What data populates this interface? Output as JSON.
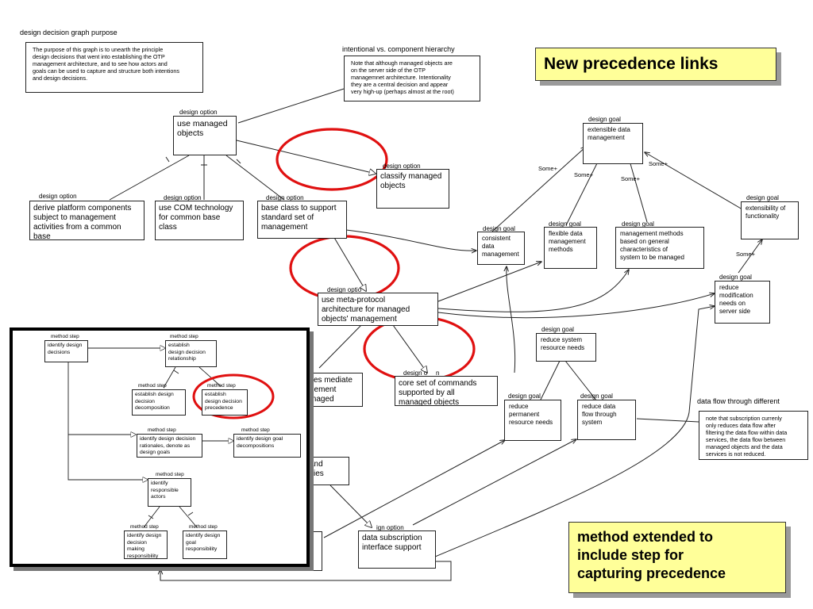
{
  "header": {
    "purpose_title": "design decision graph purpose",
    "purpose_text": "The purpose of this graph is to unearth the principle\ndesign decisions that went into establishing the OTP\nmanagement architecture, and to see how actors and\ngoals can be used to capture and structure both intentions\nand design decisions.",
    "hierarchy_title": "intentional vs. component hierarchy",
    "hierarchy_text": "Note that although managed objects are\non the server side of the OTP\nmanagemnet architecture. Intentionality\nthey are a central decision and appear\nvery high-up (perhaps almost at the root)"
  },
  "callouts": {
    "title": "New  precedence links",
    "method": "method extended to\ninclude step for\ncapturing precedence"
  },
  "type_labels": {
    "design_option": "design option",
    "design_option_cut1": "design optio",
    "design_option_cut2": "design o",
    "design_option_cut2b": "n",
    "design_option_cut3": "ign option",
    "design_goal": "design goal",
    "method_step": "method step"
  },
  "options": {
    "use_managed_objects": "use managed\nobjects",
    "classify_managed_objects": "classify managed\nobjects",
    "derive_platform": "derive platform components\nsubject to management\nactivities from a common\nbase",
    "use_com": "use COM technology\nfor common base\nclass",
    "base_class": "base class to support\nstandard set of\nmanagement",
    "meta_protocol": "use meta-protocol\narchitecture for managed\nobjects' management",
    "interfaces_mediate": "ces mediate\ngement\nmaged",
    "core_commands": "core set of commands\nsupported by all\nmanaged objects",
    "and_ities": "and\nities",
    "data_subscription": "data subscription\ninterface support"
  },
  "goals": {
    "extensible_data": "extensible data\nmanagement",
    "consistent_data": "consistent\ndata\nmanagement",
    "flexible_data": "flexible data\nmanagement\nmethods",
    "mgmt_methods": "management methods\nbased on general\ncharacteristics of\nsystem to be managed",
    "extensibility": "extensibility of\nfunctionality",
    "reduce_modification": "reduce\nmodification\nneeds on\nserver side",
    "reduce_system": "reduce system\nresource needs",
    "reduce_permanent": "reduce\npermanent\nresource needs",
    "reduce_data_flow": "reduce data\nflow through\nsystem"
  },
  "contributions": {
    "some_plus": "Some+"
  },
  "data_flow": {
    "title": "data flow through different",
    "note": "note that subscription currenly\nonly reduces data flow after\nfiltering the data flow within data\nservices, the data flow between\nmanaged objects and the data\nservices is not reduced."
  },
  "inset": {
    "identify_decisions": "identify design\ndecisions",
    "establish_relationship": "establish\ndesign decision\nrelationship",
    "establish_decomposition": "establish design\ndecision\ndecomposition",
    "establish_precedence": "establish\ndesign decision\nprecedence",
    "identify_rationales": "identify design decision\nrationales, denote as\ndesign goals",
    "identify_goal_decomp": "identify design goal\ndecompositions",
    "identify_actors": "identify\nresponsible\nactors",
    "identify_making": "identify design\ndecision making\nresponsibility",
    "identify_goal_resp": "identify design\ngoal\nresponsibility"
  },
  "colors": {
    "highlight_ellipse": "#e01010",
    "callout_fill": "#ffff99",
    "callout_shadow": "#9a9a9a"
  }
}
